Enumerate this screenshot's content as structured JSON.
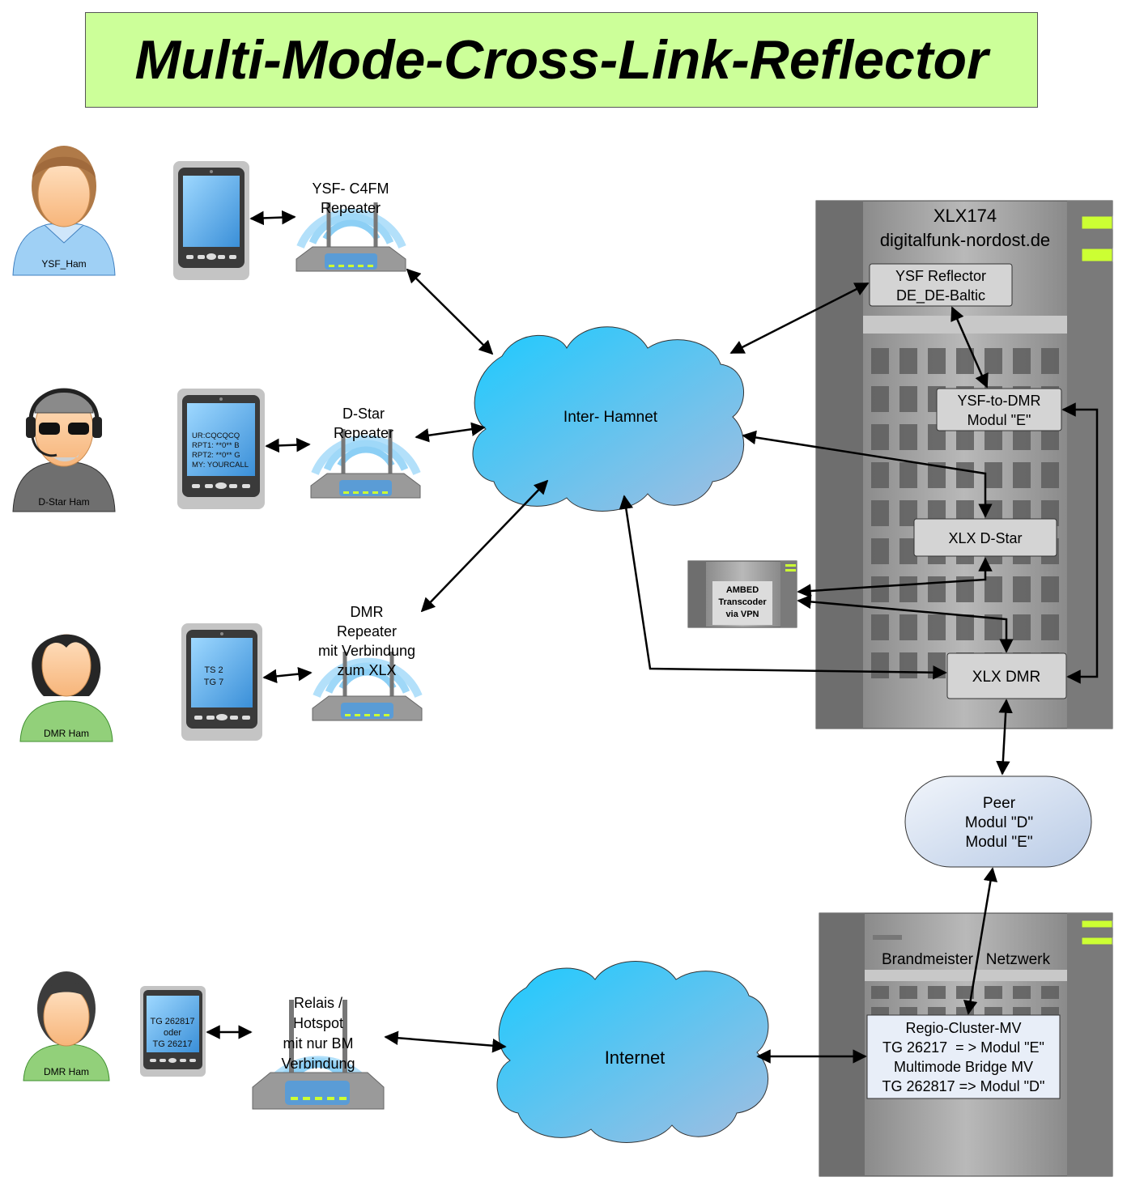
{
  "title": "Multi-Mode-Cross-Link-Reflector",
  "users": {
    "ysf": "YSF_Ham",
    "dstar": "D-Star Ham",
    "dmr": "DMR Ham",
    "dmr2": "DMR Ham"
  },
  "devices": {
    "dstar_screen": [
      "UR:CQCQCQ",
      "RPT1: **0** B",
      "RPT2: **0** G",
      "MY: YOURCALL"
    ],
    "dmr_screen": [
      "TS 2",
      "TG 7"
    ],
    "dmr2_screen": [
      "TG 262817",
      "oder",
      "TG 26217"
    ]
  },
  "repeaters": {
    "ysf": [
      "YSF- C4FM",
      "Repeater"
    ],
    "dstar": [
      "D-Star",
      "Repeater"
    ],
    "dmr": [
      "DMR",
      "Repeater",
      "mit Verbindung",
      "zum XLX"
    ],
    "relais": [
      "Relais /",
      "Hotspot",
      "mit nur BM",
      "Verbindung"
    ]
  },
  "clouds": {
    "hamnet": "Inter- Hamnet",
    "internet": "Internet"
  },
  "xlx_server": {
    "title": "XLX174",
    "domain": "digitalfunk-nordost.de",
    "ysf_reflector": [
      "YSF Reflector",
      "DE_DE-Baltic"
    ],
    "ysf_to_dmr": [
      "YSF-to-DMR",
      "Modul \"E\""
    ],
    "xlx_dstar": "XLX D-Star",
    "xlx_dmr": "XLX DMR"
  },
  "ambed": [
    "AMBED",
    "Transcoder",
    "via VPN"
  ],
  "peer": [
    "Peer",
    "Modul \"D\"",
    "Modul \"E\""
  ],
  "bm_server": {
    "title": "Brandmeister   Netzwerk",
    "box": [
      "Regio-Cluster-MV",
      "TG 26217  = > Modul \"E\"",
      "Multimode Bridge MV",
      "TG 262817 => Modul \"D\""
    ]
  },
  "colors": {
    "title_bg": "#ccff99",
    "cloud_light": "#33ccff",
    "cloud_dark": "#8fb8e0",
    "wifi": "#9fd8f8"
  }
}
